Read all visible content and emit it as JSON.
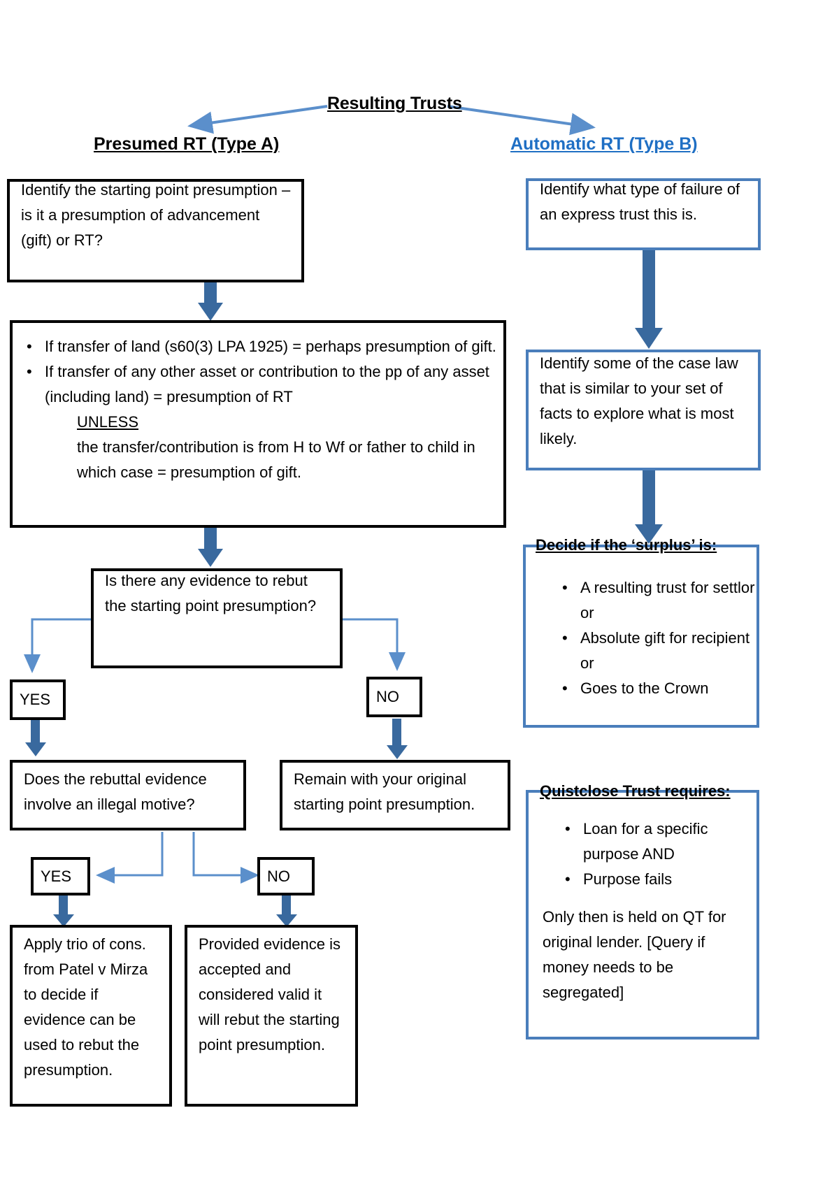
{
  "diagram": {
    "title": "Resulting Trusts",
    "branches": {
      "left_label": "Presumed RT (Type A)",
      "right_label": "Automatic RT (Type B)"
    },
    "colors": {
      "arrow_blue": "#4A7EBB",
      "thick_arrow_blue": "#39699E",
      "box_black": "#000000",
      "box_blue": "#4A7EBB",
      "link_blue": "#1F6FC4"
    },
    "left_column": {
      "step1": "Identify the starting point presumption – is it a presumption of advancement (gift) or RT?",
      "step2": {
        "bullets": [
          "If transfer of land (s60(3) LPA 1925)  = perhaps presumption of gift.",
          "If transfer of any other asset or contribution to the pp of any asset (including land) = presumption of RT"
        ],
        "unless_label": "UNLESS",
        "unless_body": "the transfer/contribution is from H to Wf or father to child in which case = presumption of gift."
      },
      "decision1": "Is there any evidence to rebut the starting point presumption?",
      "decision1_yes": "YES",
      "decision1_no": "NO",
      "yes_branch": "Does the rebuttal evidence involve an illegal motive?",
      "no_branch": "Remain with your original starting point presumption.",
      "decision2_yes": "YES",
      "decision2_no": "NO",
      "yes_outcome": "Apply trio of cons. from Patel v Mirza to decide if evidence can be used to rebut the presumption.",
      "no_outcome": "Provided evidence is accepted and considered valid it will rebut the starting point presumption."
    },
    "right_column": {
      "step1": "Identify what type of failure of an express trust this is.",
      "step2": "Identify some of the case law that is similar to your set of facts to explore what is most likely.",
      "step3": {
        "heading": "Decide if the ‘surplus’ is:",
        "bullets": [
          "A resulting trust for settlor or",
          "Absolute gift for recipient or",
          "Goes to the Crown"
        ]
      },
      "step4": {
        "heading": "Quistclose Trust requires:",
        "bullets": [
          "Loan for a specific purpose AND",
          "Purpose fails"
        ],
        "body": "Only then is held on QT for original lender. [Query if money needs to be segregated]"
      }
    }
  }
}
